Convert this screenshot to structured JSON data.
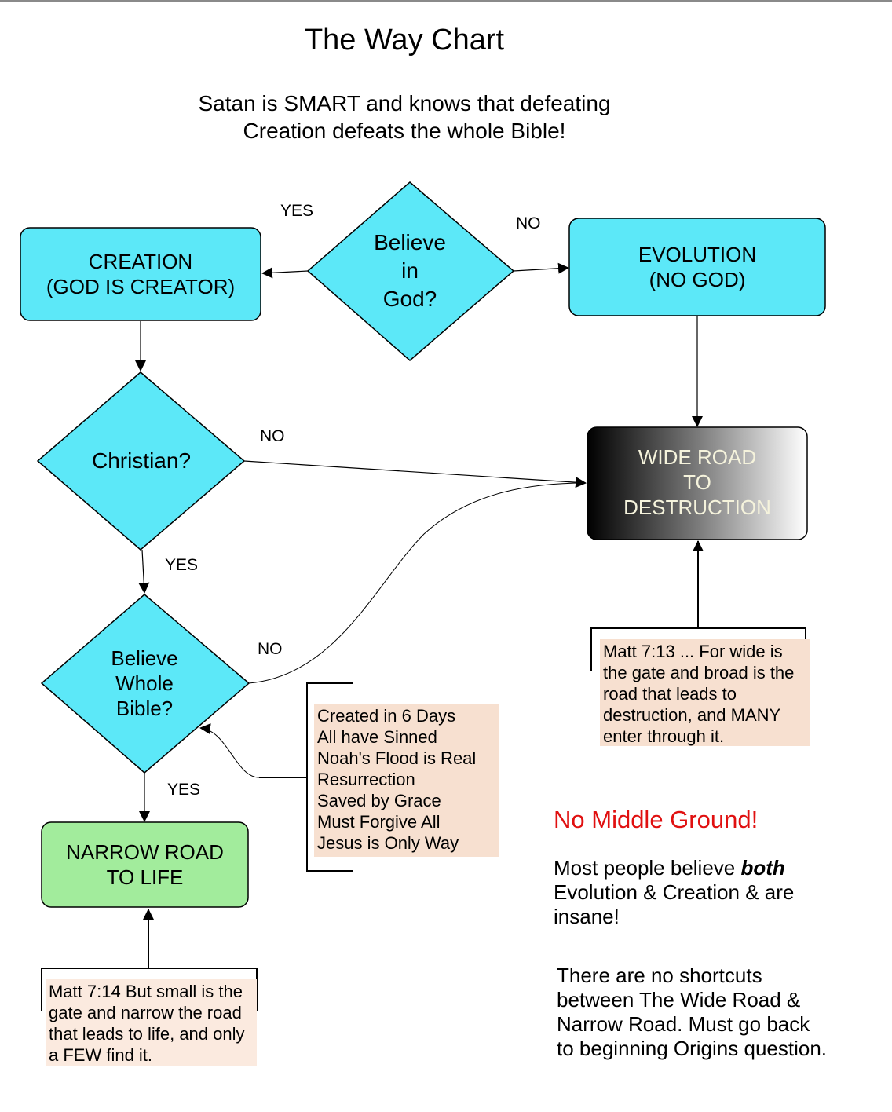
{
  "title": "The Way Chart",
  "subtitle_line1": "Satan is SMART and knows that defeating",
  "subtitle_line2": "Creation defeats the whole Bible!",
  "colors": {
    "decision_fill": "#5ce8f8",
    "process_fill": "#5ce8f8",
    "life_fill": "#a2ec9c",
    "note_fill": "#f7e0d0",
    "warning_text": "#e01010"
  },
  "nodes": {
    "believe_in_god": "Believe\nin\nGod?",
    "creation": "CREATION\n(GOD IS CREATOR)",
    "evolution": "EVOLUTION\n(NO GOD)",
    "christian": "Christian?",
    "wide_road": "WIDE ROAD\nTO\nDESTRUCTION",
    "believe_whole_bible": "Believe\nWhole\nBible?",
    "narrow_road": "NARROW ROAD\nTO LIFE"
  },
  "edge_labels": {
    "god_yes": "YES",
    "god_no": "NO",
    "christian_no": "NO",
    "christian_yes": "YES",
    "bible_no": "NO",
    "bible_yes": "YES"
  },
  "bible_beliefs": [
    "Created in 6 Days",
    "All have Sinned",
    "Noah's Flood is Real",
    "Resurrection",
    "Saved by Grace",
    "Must Forgive All",
    "Jesus is Only Way"
  ],
  "matt_7_13": "Matt 7:13 ... For wide is the gate and broad is the road that leads to destruction, and MANY enter through it.",
  "matt_7_14": "Matt 7:14 But small is the gate and narrow the road that leads to life, and only a FEW find it.",
  "no_middle_ground": "No Middle Ground!",
  "most_people_pre": "Most people believe ",
  "most_people_em": "both",
  "most_people_post": " Evolution & Creation & are insane!",
  "no_shortcuts": "There are no shortcuts between The Wide Road & Narrow Road. Must go back to beginning Origins question."
}
